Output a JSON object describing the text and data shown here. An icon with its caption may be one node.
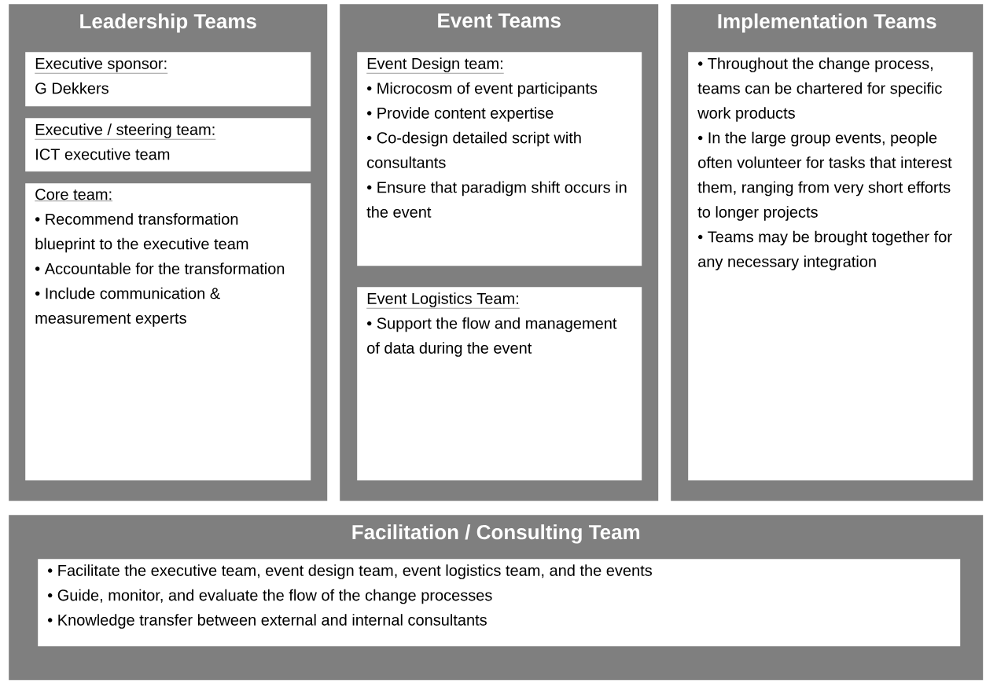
{
  "diagram": {
    "nodes": [
      {
        "text": [
          "Leadership Teams"
        ]
      },
      {
        "text": [
          "Executive sponsor:",
          "G Dekkers"
        ],
        "in": 0
      },
      {
        "text": [
          "Executive / steering team:",
          "ICT executive team"
        ],
        "in": 0
      },
      {
        "text": [
          "Core  team:",
          "• Recommend transformation blueprint to the executive team",
          "• Accountable for the transformation",
          "• Include communication & measurement experts"
        ],
        "in": 0
      },
      {
        "text": [
          "Event Teams"
        ]
      },
      {
        "text": [
          "Event Design team:",
          "• Microcosm of event participants",
          "• Provide content expertise",
          "• Co-design detailed script with consultants",
          "• Ensure that paradigm shift occurs in the event"
        ],
        "in": 4
      },
      {
        "text": [
          "Event Logistics Team:",
          "• Support the flow and management  of data during the event"
        ],
        "in": 4
      },
      {
        "text": [
          "Implementation Teams"
        ]
      },
      {
        "text": [
          "• Throughout the change process, teams can be chartered for specific work products",
          "• In the large group events, people often volunteer for tasks that interest them, ranging from very short efforts to longer projects",
          "• Teams may be brought together for any necessary integration"
        ],
        "in": 7
      },
      {
        "text": [
          "Facilitation / Consulting Team"
        ]
      },
      {
        "text": [
          "• Facilitate the executive team, event design team, event logistics team, and the events",
          "• Guide, monitor, and evaluate the flow of the change processes",
          "• Knowledge transfer between external and internal consultants"
        ],
        "in": 9
      }
    ]
  }
}
